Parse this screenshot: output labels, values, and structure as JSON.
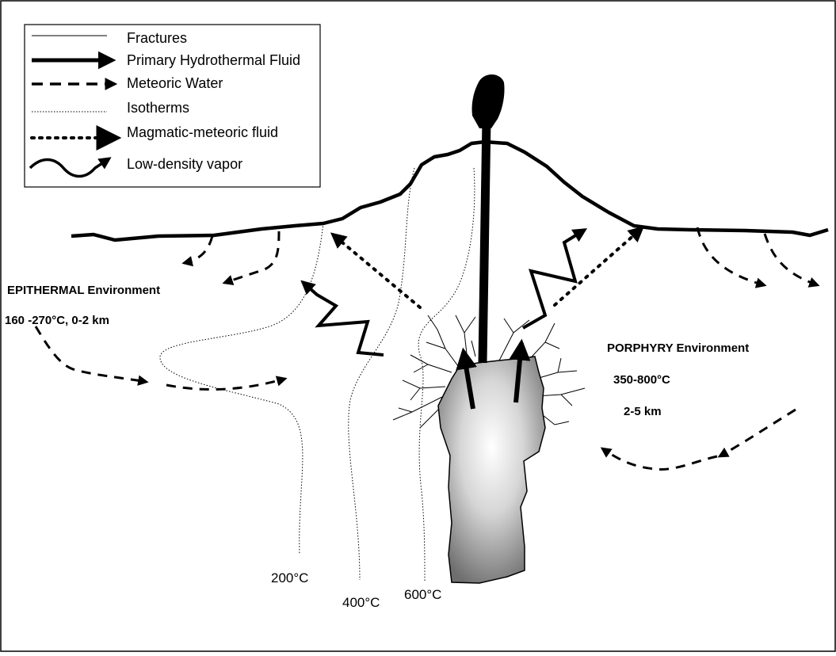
{
  "legend": {
    "fractures": "Fractures",
    "primary": "Primary Hydrothermal Fluid",
    "meteoric": "Meteoric Water",
    "isotherms": "Isotherms",
    "magmatic": "Magmatic-meteoric fluid",
    "vapor": "Low-density vapor"
  },
  "epithermal": {
    "title": "EPITHERMAL  Environment",
    "detail": "160 -270°C, 0-2 km"
  },
  "porphyry": {
    "title": "PORPHYRY Environment",
    "temp": "350-800°C",
    "depth": "2-5 km"
  },
  "isotherms": {
    "t200": "200°C",
    "t400": "400°C",
    "t600": "600°C"
  }
}
